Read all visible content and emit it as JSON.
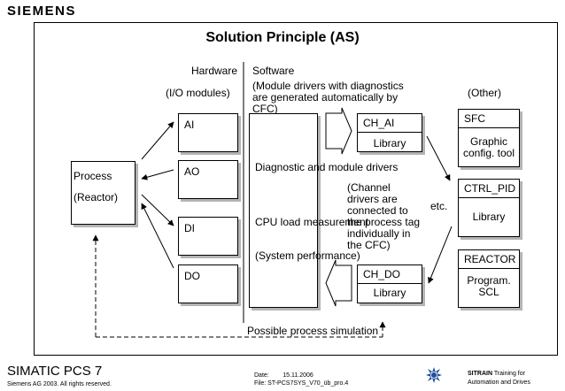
{
  "brand": "SIEMENS",
  "title": "Solution Principle (AS)",
  "headers": {
    "hardware": "Hardware",
    "software": "Software",
    "io_modules": "(I/O modules)",
    "module_drivers_note": "(Module drivers with diagnostics\nare generated automatically by\nCFC)",
    "other": "(Other)"
  },
  "process_box": {
    "line1": "Process",
    "line2": "(Reactor)"
  },
  "io_boxes": {
    "ai": "AI",
    "ao": "AO",
    "di": "DI",
    "do": "DO"
  },
  "software_box": {
    "diag": "Diagnostic\nand\nmodule\ndrivers",
    "cpu": "CPU load\nmeasurement",
    "perf": "(System\nperformance)"
  },
  "ch_ai": {
    "name": "CH_AI",
    "sub": "Library"
  },
  "ch_do": {
    "name": "CH_DO",
    "sub": "Library"
  },
  "channel_note": "(Channel\ndrivers are\nconnected to\nthe process tag\nindividually in\nthe CFC)",
  "etc": "etc.",
  "sfc": {
    "name": "SFC",
    "sub": "Graphic\nconfig. tool"
  },
  "ctrl_pid": {
    "name": "CTRL_PID",
    "sub": "Library"
  },
  "reactor": {
    "name": "REACTOR",
    "sub": "Program.\nSCL"
  },
  "simulation": "Possible process simulation",
  "footer": {
    "product": "SIMATIC PCS 7",
    "copyright": "Siemens AG 2003. All rights reserved.",
    "date": "Date:        15.11.2006",
    "file": "File: ST-PCS7SYS_V70_üb_pro.4",
    "sitrain": "SITRAIN",
    "sitrain_rest": " Training for\nAutomation and Drives"
  }
}
